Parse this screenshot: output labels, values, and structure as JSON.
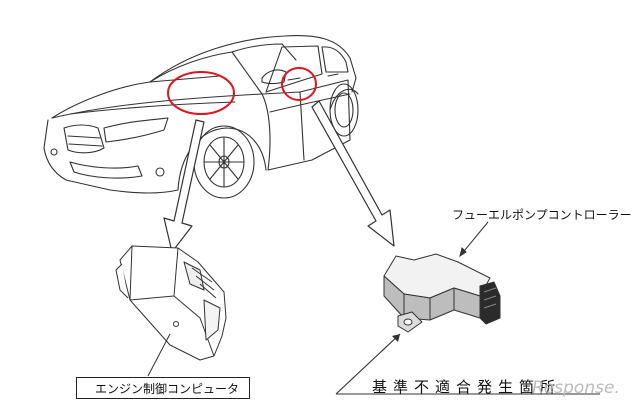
{
  "labels": {
    "ecu": "エンジン制御コンピュータ",
    "fuel_pump_controller": "フューエルポンプコントローラー",
    "non_compliance_location": "基準不適合発生箇所"
  },
  "watermark": "Response.",
  "colors": {
    "highlight_circle": "#e0141e",
    "line": "#333333"
  }
}
